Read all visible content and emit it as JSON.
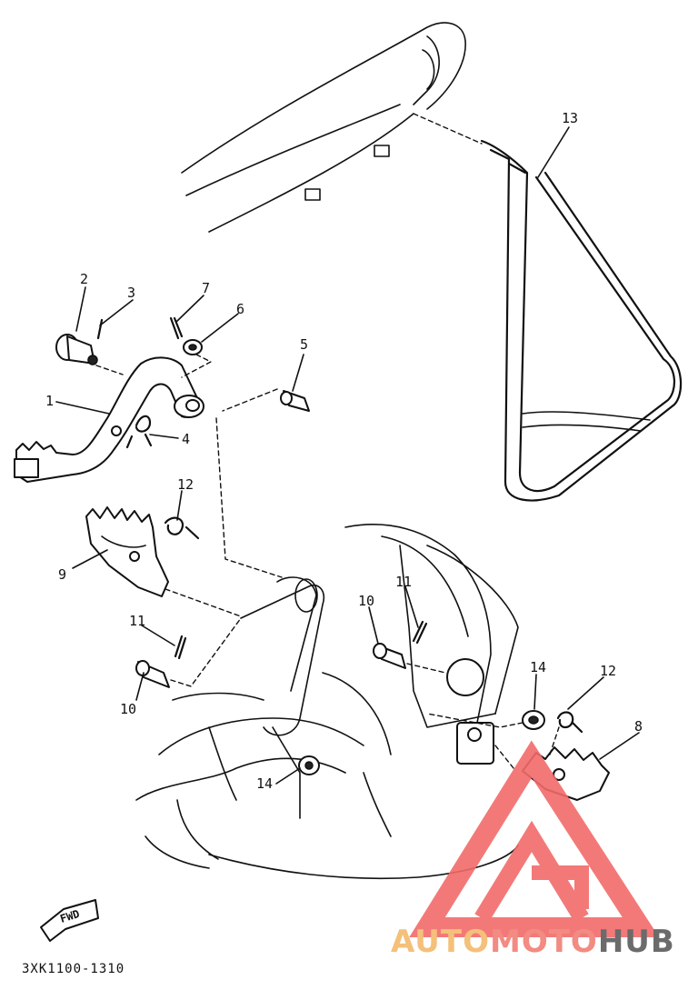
{
  "callouts": {
    "c1": "1",
    "c2": "2",
    "c3": "3",
    "c4": "4",
    "c5": "5",
    "c6": "6",
    "c7": "7",
    "c8": "8",
    "c9": "9",
    "c10a": "10",
    "c10b": "10",
    "c11a": "11",
    "c11b": "11",
    "c12a": "12",
    "c12b": "12",
    "c13": "13",
    "c14a": "14",
    "c14b": "14"
  },
  "fwd_label": "FWD",
  "diagram_code": "3XK1100-1310",
  "watermark": {
    "part1": "AUTO",
    "part2": "MOTO",
    "part3": "HUB",
    "colors": {
      "auto": "#f4c07a",
      "moto": "#f28b82",
      "hub": "#6b6b6b",
      "logo": "#f26b6b"
    }
  }
}
